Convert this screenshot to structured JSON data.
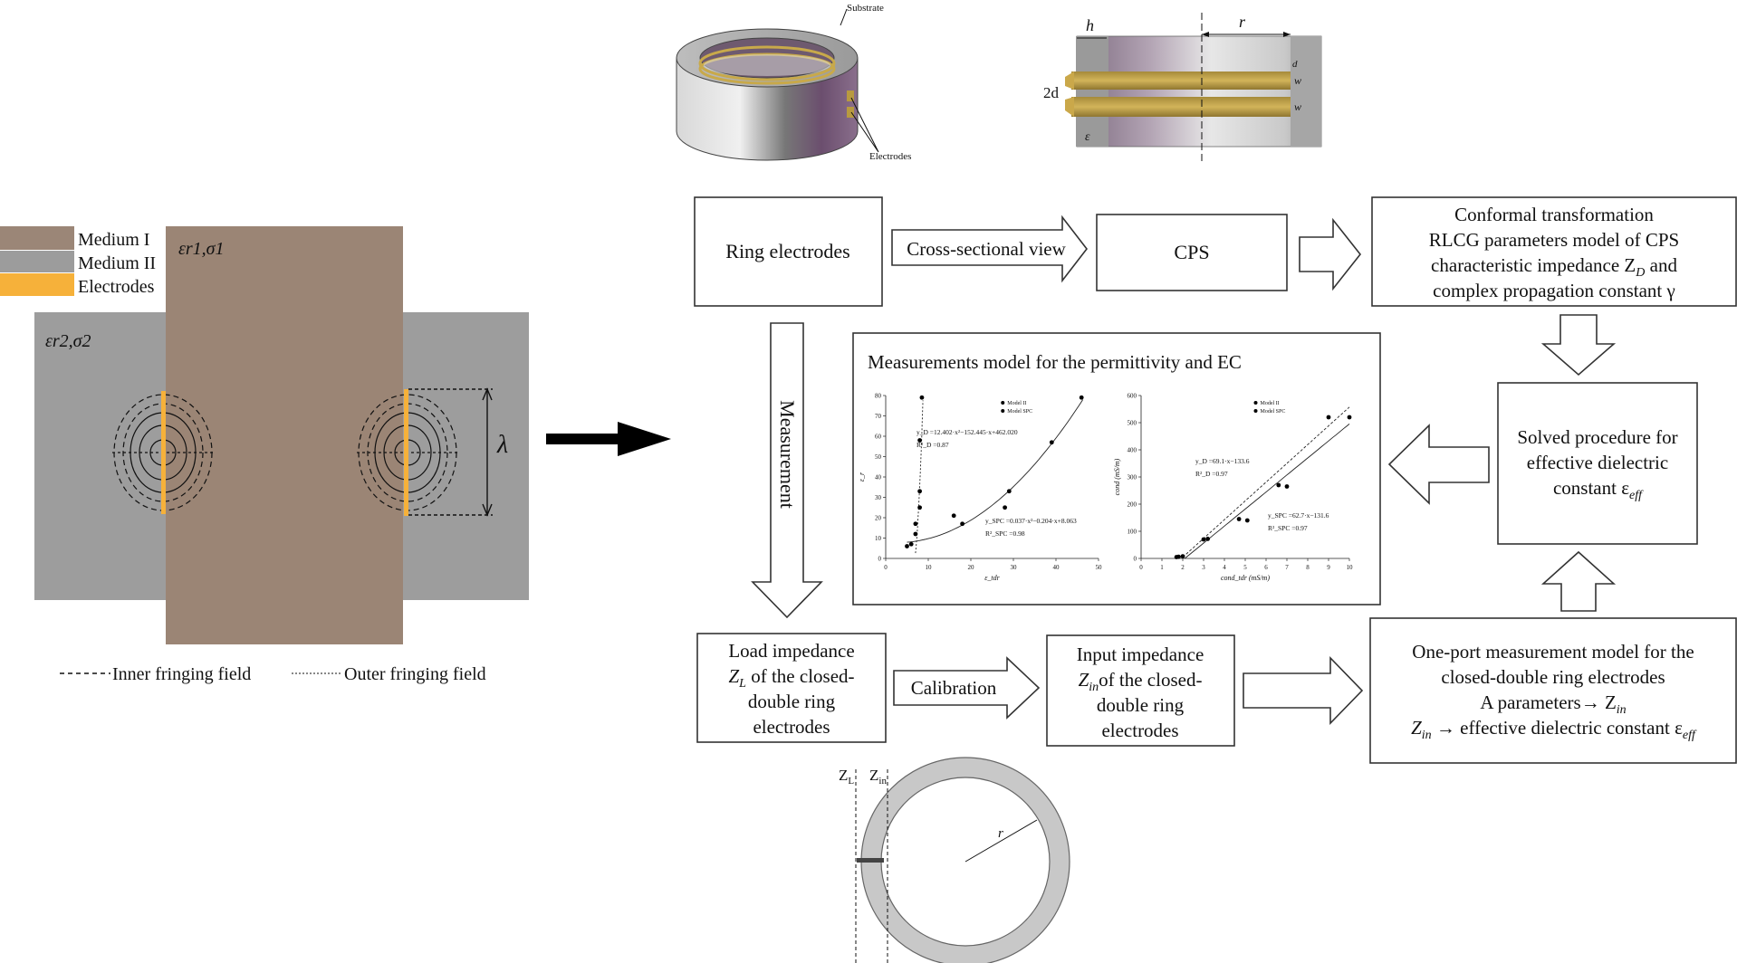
{
  "left_panel": {
    "legend": [
      "Medium I",
      "Medium II",
      "Electrodes"
    ],
    "medium1_label": "εr1,σ1",
    "medium2_label": "εr2,σ2",
    "lambda_label": "λ",
    "inner_field_label": "Inner fringing field",
    "outer_field_label": "Outer fringing field"
  },
  "top_figures": {
    "substrate_label": "Substrate",
    "electrodes_label": "Electrodes",
    "h_label": "h",
    "r_label": "r",
    "two_d_label": "2d",
    "d_label": "d",
    "w1_label": "w",
    "w2_label": "w",
    "eps_label": "ε"
  },
  "flow": {
    "ring_electrodes": "Ring electrodes",
    "cross_sectional_view": "Cross-sectional view",
    "cps": "CPS",
    "conformal_lines": [
      "Conformal transformation",
      "RLCG parameters model of CPS",
      "characteristic impedance Z",
      "complex propagation constant γ"
    ],
    "conformal_sub": "D",
    "conformal_tail": " and",
    "measurement": "Measurement",
    "solved_lines": [
      "Solved procedure for",
      "effective dielectric",
      "constant ε"
    ],
    "solved_sub": "eff",
    "load_lines": [
      "Load impedance",
      "Z",
      "of the closed-",
      "double ring",
      "electrodes"
    ],
    "load_sub": "L",
    "calibration": "Calibration",
    "input_lines": [
      "Input impedance",
      "Z",
      "of the closed-",
      "double ring",
      "electrodes"
    ],
    "input_sub": "in",
    "oneport_lines": [
      "One-port measurement model for the",
      "closed-double ring electrodes",
      "A parameters→ Z",
      "Z",
      " → effective dielectric constant ε"
    ],
    "oneport_sub_in": "in",
    "oneport_sub_eff": "eff"
  },
  "model_panel": {
    "title": "Measurements model for the permittivity and EC"
  },
  "chart_data": [
    {
      "type": "scatter",
      "title": "",
      "xlabel": "ε_tdr",
      "ylabel": "ε_r",
      "xlim": [
        0,
        50
      ],
      "ylim": [
        0,
        80
      ],
      "xticks": [
        "0",
        "10",
        "20",
        "30",
        "40",
        "50"
      ],
      "yticks": [
        "0",
        "10",
        "20",
        "30",
        "40",
        "50",
        "60",
        "70",
        "80"
      ],
      "legend": [
        "Model II",
        "Model SPC"
      ],
      "series": [
        {
          "name": "Model II",
          "points": [
            [
              5,
              6
            ],
            [
              6,
              7
            ],
            [
              7,
              12
            ],
            [
              7,
              17
            ],
            [
              8,
              25
            ],
            [
              8,
              33
            ],
            [
              8,
              58
            ],
            [
              8.5,
              79
            ]
          ]
        },
        {
          "name": "Model SPC",
          "points": [
            [
              16,
              21
            ],
            [
              18,
              17
            ],
            [
              28,
              25
            ],
            [
              29,
              33
            ],
            [
              39,
              57
            ],
            [
              46,
              79
            ]
          ]
        }
      ],
      "annotations": [
        "y_D =12.402·x²−152.445·x+462.020",
        "R²_D =0.87",
        "y_SPC =0.037·x²−0.204·x+8.063",
        "R²_SPC =0.98"
      ]
    },
    {
      "type": "scatter",
      "title": "",
      "xlabel": "cond_tdr (mS/m)",
      "ylabel": "cond (mS/m)",
      "xlim": [
        0,
        10
      ],
      "ylim": [
        0,
        600
      ],
      "xticks": [
        "0",
        "1",
        "2",
        "3",
        "4",
        "5",
        "6",
        "7",
        "8",
        "9",
        "10"
      ],
      "yticks": [
        "0",
        "100",
        "200",
        "300",
        "400",
        "500",
        "600"
      ],
      "legend": [
        "Model II",
        "Model SPC"
      ],
      "series": [
        {
          "name": "Model II",
          "points": [
            [
              1.7,
              5
            ],
            [
              2.0,
              8
            ],
            [
              3.0,
              70
            ],
            [
              4.7,
              145
            ],
            [
              6.6,
              270
            ],
            [
              9.0,
              520
            ]
          ]
        },
        {
          "name": "Model SPC",
          "points": [
            [
              1.8,
              6
            ],
            [
              3.2,
              72
            ],
            [
              5.1,
              140
            ],
            [
              7.0,
              265
            ],
            [
              10.0,
              520
            ]
          ]
        }
      ],
      "annotations": [
        "y_D =69.1·x−133.6",
        "R²_D =0.97",
        "y_SPC =62.7·x−131.6",
        "R²_SPC =0.97"
      ]
    }
  ],
  "ring_bottom": {
    "zl_label": "Z",
    "zl_sub": "L",
    "zin_label": "Z",
    "zin_sub": "in",
    "r_label": "r"
  }
}
